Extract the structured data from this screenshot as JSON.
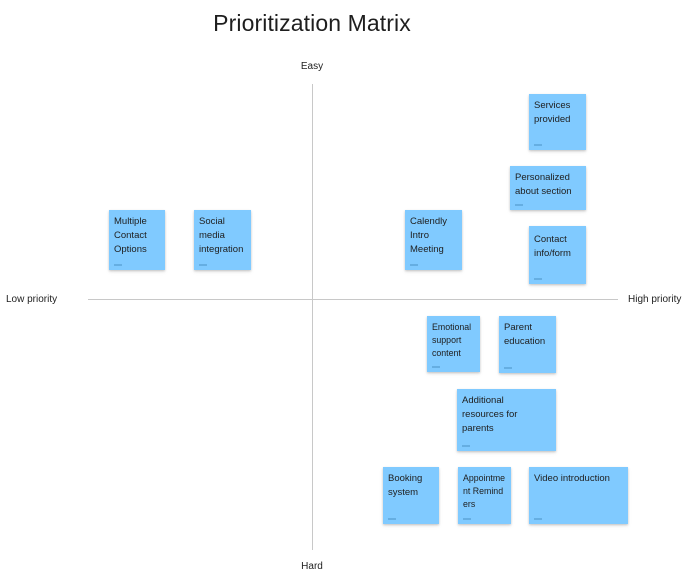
{
  "title": "Prioritization Matrix",
  "axes": {
    "top": "Easy",
    "bottom": "Hard",
    "left": "Low priority",
    "right": "High priority"
  },
  "colors": {
    "sticky_fill": "#80caff",
    "axis_line": "#c8c8c8",
    "text": "#1e1e1e"
  },
  "notes": [
    {
      "text": "Services provided"
    },
    {
      "text": "Personalized about section"
    },
    {
      "text": "Multiple Contact Options"
    },
    {
      "text": "Social media integration"
    },
    {
      "text": "Calendly Intro Meeting"
    },
    {
      "text": "Contact info/form"
    },
    {
      "text": "Emotional support content"
    },
    {
      "text": "Parent education"
    },
    {
      "text": "Additional resources for parents"
    },
    {
      "text": "Booking system"
    },
    {
      "text": "Appointment Reminders"
    },
    {
      "text": "Video introduction"
    }
  ]
}
